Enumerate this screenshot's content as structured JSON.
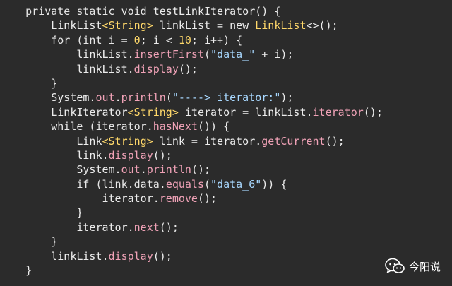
{
  "code": {
    "lines": [
      {
        "indent": "    ",
        "tokens": [
          {
            "t": "private static void ",
            "c": "kw"
          },
          {
            "t": "testLinkIterator",
            "c": "plain"
          },
          {
            "t": "() {",
            "c": "plain"
          }
        ]
      },
      {
        "indent": "        ",
        "tokens": [
          {
            "t": "LinkList",
            "c": "plain"
          },
          {
            "t": "<String>",
            "c": "type"
          },
          {
            "t": " linkList = new ",
            "c": "plain"
          },
          {
            "t": "LinkList",
            "c": "type"
          },
          {
            "t": "<>();",
            "c": "plain"
          }
        ]
      },
      {
        "indent": "        ",
        "tokens": [
          {
            "t": "for (int i = ",
            "c": "kw"
          },
          {
            "t": "0",
            "c": "num"
          },
          {
            "t": "; i < ",
            "c": "plain"
          },
          {
            "t": "10",
            "c": "num"
          },
          {
            "t": "; i++) {",
            "c": "plain"
          }
        ]
      },
      {
        "indent": "            ",
        "tokens": [
          {
            "t": "linkList.",
            "c": "plain"
          },
          {
            "t": "insertFirst",
            "c": "fn"
          },
          {
            "t": "(",
            "c": "plain"
          },
          {
            "t": "\"data_\"",
            "c": "str"
          },
          {
            "t": " + i);",
            "c": "plain"
          }
        ]
      },
      {
        "indent": "            ",
        "tokens": [
          {
            "t": "linkList.",
            "c": "plain"
          },
          {
            "t": "display",
            "c": "fn"
          },
          {
            "t": "();",
            "c": "plain"
          }
        ]
      },
      {
        "indent": "        ",
        "tokens": [
          {
            "t": "}",
            "c": "plain"
          }
        ]
      },
      {
        "indent": "        ",
        "tokens": [
          {
            "t": "System.",
            "c": "plain"
          },
          {
            "t": "out",
            "c": "fn"
          },
          {
            "t": ".",
            "c": "plain"
          },
          {
            "t": "println",
            "c": "fn"
          },
          {
            "t": "(",
            "c": "plain"
          },
          {
            "t": "\"----> iterator:\"",
            "c": "str"
          },
          {
            "t": ");",
            "c": "plain"
          }
        ]
      },
      {
        "indent": "        ",
        "tokens": [
          {
            "t": "LinkIterator",
            "c": "plain"
          },
          {
            "t": "<String>",
            "c": "type"
          },
          {
            "t": " iterator = linkList.",
            "c": "plain"
          },
          {
            "t": "iterator",
            "c": "fn"
          },
          {
            "t": "();",
            "c": "plain"
          }
        ]
      },
      {
        "indent": "        ",
        "tokens": [
          {
            "t": "while (iterator.",
            "c": "kw"
          },
          {
            "t": "hasNext",
            "c": "fn"
          },
          {
            "t": "()) {",
            "c": "plain"
          }
        ]
      },
      {
        "indent": "            ",
        "tokens": [
          {
            "t": "Link",
            "c": "plain"
          },
          {
            "t": "<String>",
            "c": "type"
          },
          {
            "t": " link = iterator.",
            "c": "plain"
          },
          {
            "t": "getCurrent",
            "c": "fn"
          },
          {
            "t": "();",
            "c": "plain"
          }
        ]
      },
      {
        "indent": "            ",
        "tokens": [
          {
            "t": "link.",
            "c": "plain"
          },
          {
            "t": "display",
            "c": "fn"
          },
          {
            "t": "();",
            "c": "plain"
          }
        ]
      },
      {
        "indent": "            ",
        "tokens": [
          {
            "t": "System.",
            "c": "plain"
          },
          {
            "t": "out",
            "c": "fn"
          },
          {
            "t": ".",
            "c": "plain"
          },
          {
            "t": "println",
            "c": "fn"
          },
          {
            "t": "();",
            "c": "plain"
          }
        ]
      },
      {
        "indent": "            ",
        "tokens": [
          {
            "t": "if (link.data.",
            "c": "kw"
          },
          {
            "t": "equals",
            "c": "fn"
          },
          {
            "t": "(",
            "c": "plain"
          },
          {
            "t": "\"data_6\"",
            "c": "str"
          },
          {
            "t": ")) {",
            "c": "plain"
          }
        ]
      },
      {
        "indent": "                ",
        "tokens": [
          {
            "t": "iterator.",
            "c": "plain"
          },
          {
            "t": "remove",
            "c": "fn"
          },
          {
            "t": "();",
            "c": "plain"
          }
        ]
      },
      {
        "indent": "            ",
        "tokens": [
          {
            "t": "}",
            "c": "plain"
          }
        ]
      },
      {
        "indent": "            ",
        "tokens": [
          {
            "t": "iterator.",
            "c": "plain"
          },
          {
            "t": "next",
            "c": "fn"
          },
          {
            "t": "();",
            "c": "plain"
          }
        ]
      },
      {
        "indent": "        ",
        "tokens": [
          {
            "t": "}",
            "c": "plain"
          }
        ]
      },
      {
        "indent": "        ",
        "tokens": [
          {
            "t": "linkList.",
            "c": "plain"
          },
          {
            "t": "display",
            "c": "fn"
          },
          {
            "t": "();",
            "c": "plain"
          }
        ]
      },
      {
        "indent": "    ",
        "tokens": [
          {
            "t": "}",
            "c": "plain"
          }
        ]
      }
    ]
  },
  "watermark": {
    "icon": "wechat-icon",
    "label": "今阳说"
  },
  "colors": {
    "background": "#2b2b2b",
    "type": "#ffd86a",
    "function": "#f0a2b7",
    "string": "#a8d8ff",
    "plain": "#ececec"
  }
}
